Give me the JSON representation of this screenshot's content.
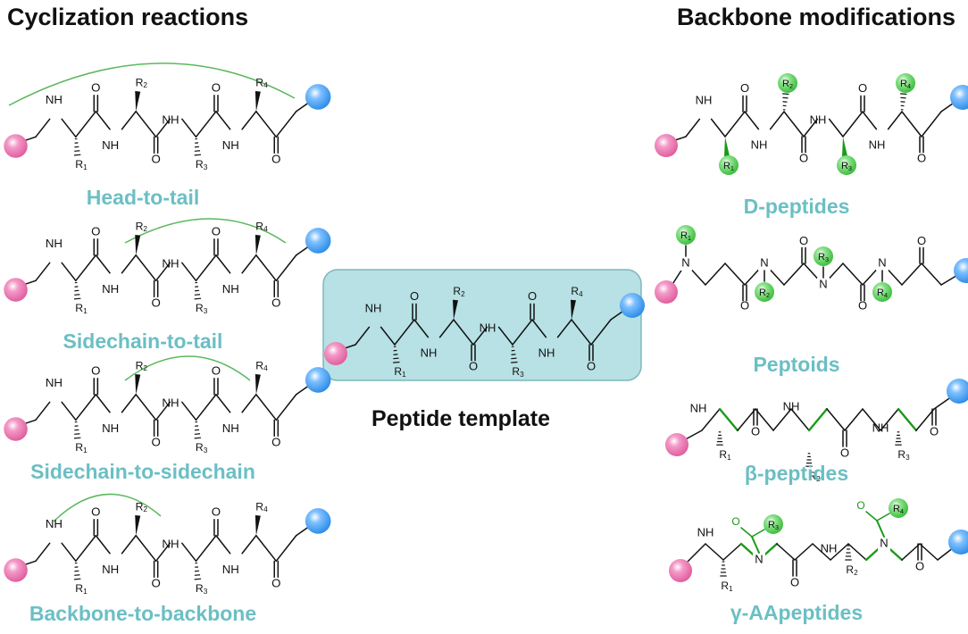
{
  "titles": {
    "left": "Cyclization reactions",
    "right": "Backbone modifications",
    "center": "Peptide template"
  },
  "captions": {
    "head_to_tail": "Head-to-tail",
    "sidechain_to_tail": "Sidechain-to-tail",
    "sidechain_to_sidechain": "Sidechain-to-sidechain",
    "backbone_to_backbone": "Backbone-to-backbone",
    "d_peptides": "D-peptides",
    "peptoids": "Peptoids",
    "beta_peptides": "β-peptides",
    "gamma_aapeptides": "γ-AApeptides"
  },
  "atoms": {
    "nitrogen": "N",
    "amine": "NH",
    "oxygen": "O",
    "r1": "R1",
    "r2": "R2",
    "r3": "R3",
    "r4": "R4"
  },
  "colors": {
    "caption": "#6bbfc4",
    "linker": "#5cb85c",
    "green_group": "#3fbf3f",
    "green_bond": "#1a9a1a",
    "start_bead": "#f49ac8",
    "end_bead": "#2f8fe8",
    "template_box": "#b7e1e4",
    "template_border": "#7fb7bb"
  }
}
